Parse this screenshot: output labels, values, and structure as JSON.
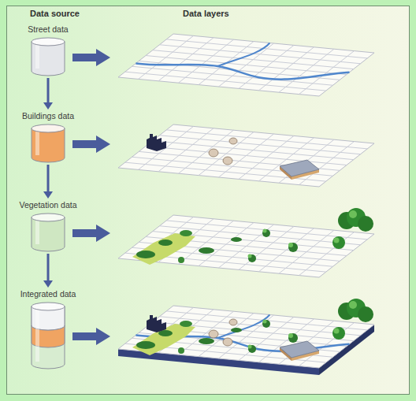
{
  "diagram": {
    "nodes": [
      {
        "text": [
          "Street data"
        ]
      },
      {
        "text": [
          "Buildings data"
        ]
      },
      {
        "text": [
          "Vegetation data"
        ]
      },
      {
        "text": [
          "Integrated data"
        ]
      }
    ],
    "edges": [
      {
        "from": 0,
        "to": 1,
        "arrow": "to"
      },
      {
        "from": 1,
        "to": 2,
        "arrow": "to"
      },
      {
        "from": 2,
        "to": 3,
        "arrow": "to"
      }
    ],
    "labels": [
      "Data source",
      "Data layers"
    ]
  }
}
